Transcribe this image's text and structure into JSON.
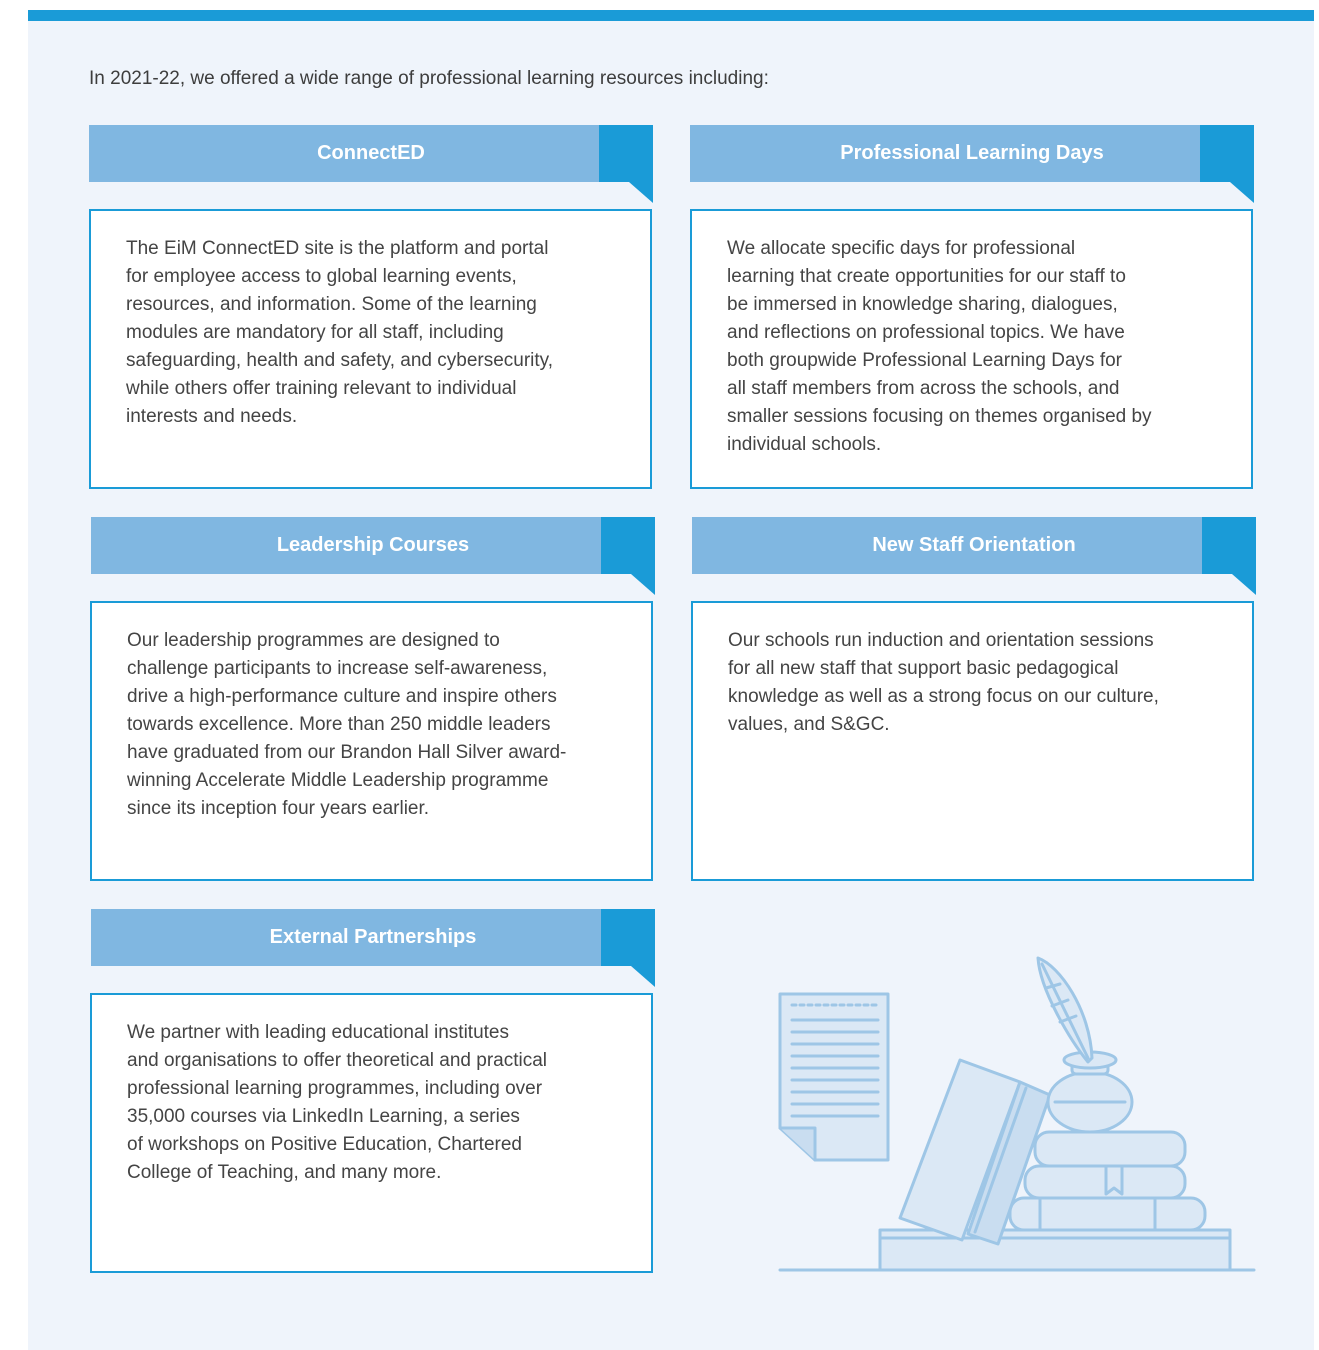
{
  "intro": "In 2021-22, we offered a wide range of professional learning resources including:",
  "colors": {
    "accent": "#1a9bd7",
    "banner": "#80b7e1",
    "background": "#eff4fb"
  },
  "cards": [
    {
      "title": "ConnectED",
      "lines": [
        "The EiM ConnectED site is the platform and portal",
        "for employee access to global learning events,",
        "resources, and information. Some of the learning",
        "modules are mandatory for all staff, including",
        "safeguarding, health and safety, and cybersecurity,",
        "while others offer training relevant to individual",
        "interests and needs."
      ]
    },
    {
      "title": "Professional Learning Days",
      "lines": [
        "We allocate specific days for professional",
        "learning that create opportunities for our staff to",
        "be immersed in knowledge sharing, dialogues,",
        "and reflections on professional topics. We have",
        "both groupwide Professional Learning Days for",
        "all staff members from across the schools, and",
        "smaller sessions focusing on themes organised by",
        "individual schools."
      ]
    },
    {
      "title": "Leadership Courses",
      "lines": [
        "Our leadership programmes are designed to",
        "challenge participants to increase self-awareness,",
        "drive a high-performance culture and inspire others",
        "towards excellence. More than 250 middle leaders",
        "have graduated from our Brandon Hall Silver award-",
        "winning Accelerate Middle Leadership programme",
        "since its inception four years earlier."
      ]
    },
    {
      "title": "New Staff Orientation",
      "lines": [
        "Our schools run induction and orientation sessions",
        "for all new staff that support basic pedagogical",
        "knowledge as well as a strong focus on our culture,",
        "values, and S&GC."
      ]
    },
    {
      "title": "External Partnerships",
      "lines": [
        "We partner with leading educational institutes",
        "and organisations to offer theoretical and practical",
        "professional learning programmes, including over",
        "35,000 courses via LinkedIn Learning, a series",
        "of workshops on Positive Education, Chartered",
        "College of Teaching, and many more."
      ]
    }
  ],
  "illustration_icon": "books-quill-ink-document-illustration"
}
